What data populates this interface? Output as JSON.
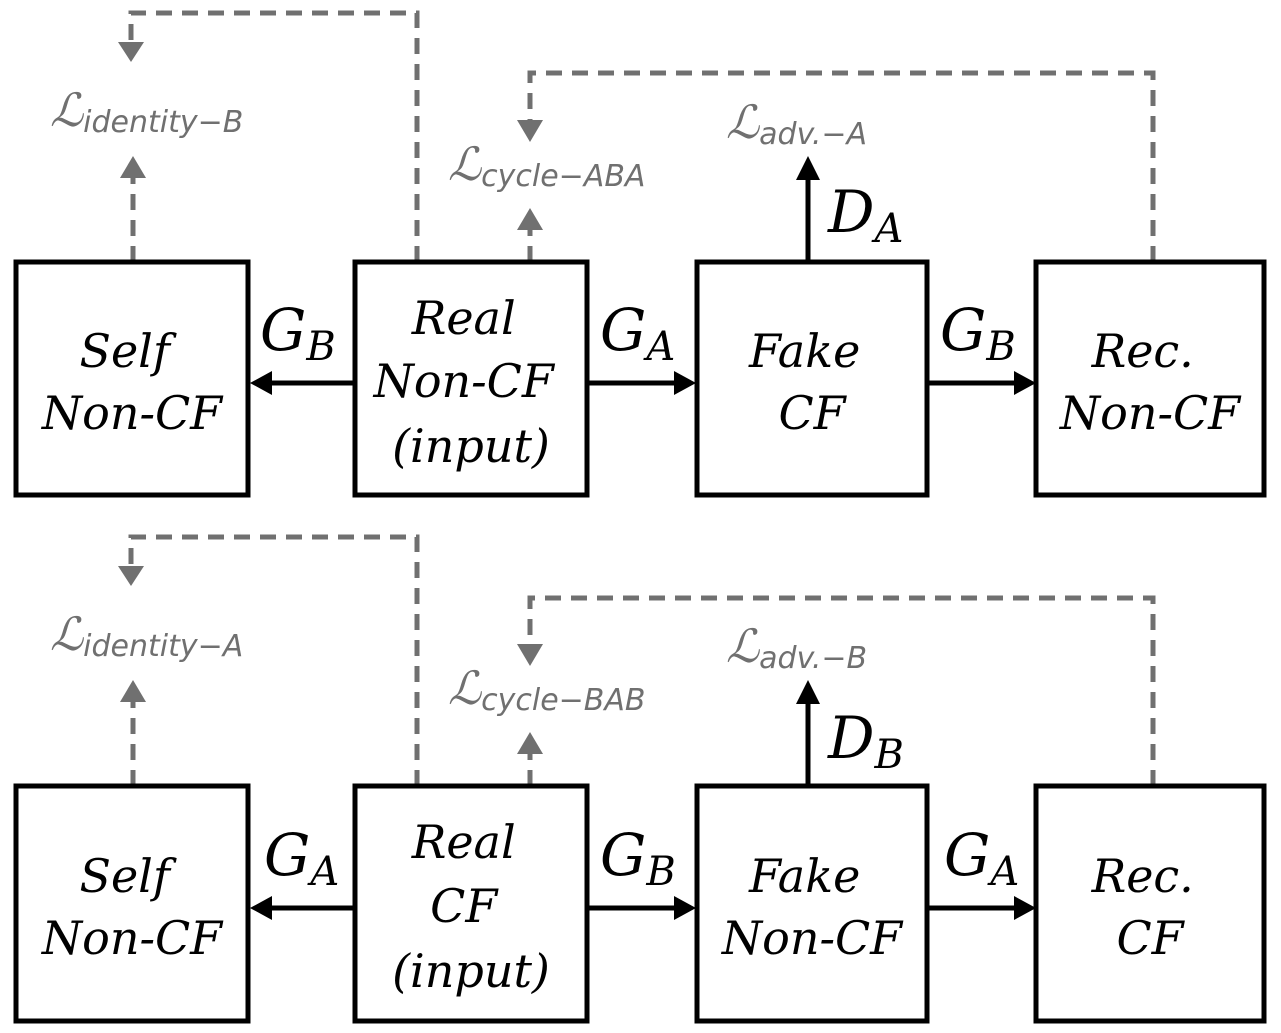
{
  "colors": {
    "line": "#000000",
    "loss": "#707070",
    "background": "#ffffff"
  },
  "rows": [
    {
      "boxes": [
        {
          "lines": [
            "Self",
            "Non-CF"
          ]
        },
        {
          "lines": [
            "Real",
            "Non-CF",
            "(input)"
          ]
        },
        {
          "lines": [
            "Fake",
            "CF"
          ]
        },
        {
          "lines": [
            "Rec.",
            "Non-CF"
          ]
        }
      ],
      "generators": [
        {
          "letter": "G",
          "sub": "B"
        },
        {
          "letter": "G",
          "sub": "A"
        },
        {
          "letter": "G",
          "sub": "B"
        }
      ],
      "discriminator": {
        "letter": "D",
        "sub": "A"
      },
      "losses": {
        "identity": {
          "symbol": "ℒ",
          "sub": "identity−B"
        },
        "cycle": {
          "symbol": "ℒ",
          "sub": "cycle−ABA"
        },
        "adv": {
          "symbol": "ℒ",
          "sub": "adv.−A"
        }
      }
    },
    {
      "boxes": [
        {
          "lines": [
            "Self",
            "Non-CF"
          ]
        },
        {
          "lines": [
            "Real",
            "CF",
            "(input)"
          ]
        },
        {
          "lines": [
            "Fake",
            "Non-CF"
          ]
        },
        {
          "lines": [
            "Rec.",
            "CF"
          ]
        }
      ],
      "generators": [
        {
          "letter": "G",
          "sub": "A"
        },
        {
          "letter": "G",
          "sub": "B"
        },
        {
          "letter": "G",
          "sub": "A"
        }
      ],
      "discriminator": {
        "letter": "D",
        "sub": "B"
      },
      "losses": {
        "identity": {
          "symbol": "ℒ",
          "sub": "identity−A"
        },
        "cycle": {
          "symbol": "ℒ",
          "sub": "cycle−BAB"
        },
        "adv": {
          "symbol": "ℒ",
          "sub": "adv.−B"
        }
      }
    }
  ]
}
